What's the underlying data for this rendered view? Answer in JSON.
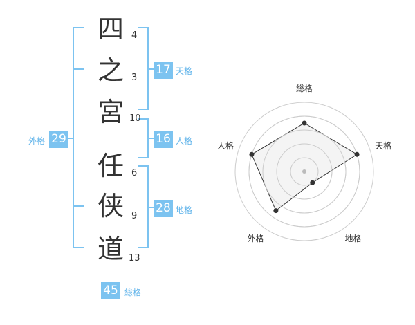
{
  "name": {
    "surname": [
      {
        "char": "四",
        "strokes": "4"
      },
      {
        "char": "之",
        "strokes": "3"
      },
      {
        "char": "宮",
        "strokes": "10"
      }
    ],
    "given": [
      {
        "char": "任",
        "strokes": "6"
      },
      {
        "char": "侠",
        "strokes": "9"
      },
      {
        "char": "道",
        "strokes": "13"
      }
    ]
  },
  "fortunes": {
    "tenkaku": {
      "value": "17",
      "label": "天格"
    },
    "jinkaku": {
      "value": "16",
      "label": "人格"
    },
    "chikaku": {
      "value": "28",
      "label": "地格"
    },
    "gaikaku": {
      "value": "29",
      "label": "外格"
    },
    "soukaku": {
      "value": "45",
      "label": "総格"
    }
  },
  "radar": {
    "axes": [
      "総格",
      "天格",
      "地格",
      "外格",
      "人格"
    ],
    "values": [
      3.5,
      4.0,
      1.0,
      3.5,
      4.0
    ],
    "max": 5,
    "colors": {
      "fill": "#f2f2f2",
      "stroke": "#333333",
      "ring": "#cccccc"
    }
  }
}
